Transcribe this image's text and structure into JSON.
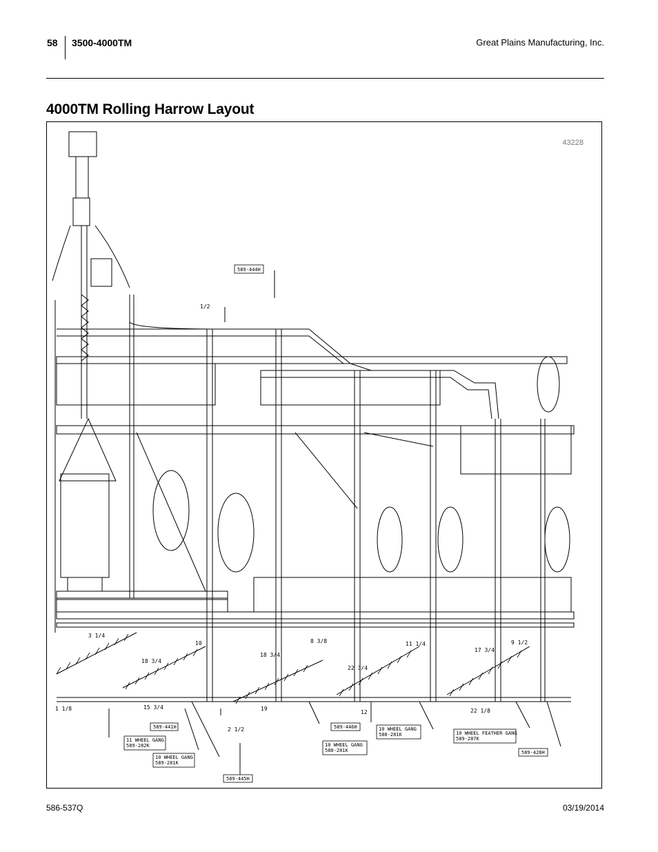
{
  "header": {
    "page_number": "58",
    "model": "3500-4000TM",
    "company": "Great Plains Manufacturing, Inc."
  },
  "section": {
    "title": "4000TM Rolling Harrow Layout"
  },
  "figure": {
    "figure_number": "43228",
    "part_labels": [
      "589-444H",
      "589-441H",
      "589-446H",
      "589-445H",
      "589-428H"
    ],
    "gang_labels": [
      {
        "line1": "11 WHEEL GANG",
        "line2": "589-282K"
      },
      {
        "line1": "10 WHEEL GANG",
        "line2": "589-281K"
      },
      {
        "line1": "10 WHEEL GANG",
        "line2": "588-281K"
      },
      {
        "line1": "10 WHEEL GANG",
        "line2": "588-281K"
      },
      {
        "line1": "10 WHEEL FEATHER GANG",
        "line2": "589-287K"
      }
    ],
    "dimensions": [
      "1/2",
      "3 1/4",
      "10",
      "18 3/4",
      "15 3/4",
      "1 1/8",
      "2 1/2",
      "19",
      "8 3/8",
      "18 3/4",
      "22 3/4",
      "12",
      "11 1/4",
      "17 3/4",
      "9 1/2",
      "22 1/8"
    ]
  },
  "footer": {
    "doc_number": "586-537Q",
    "date": "03/19/2014"
  }
}
